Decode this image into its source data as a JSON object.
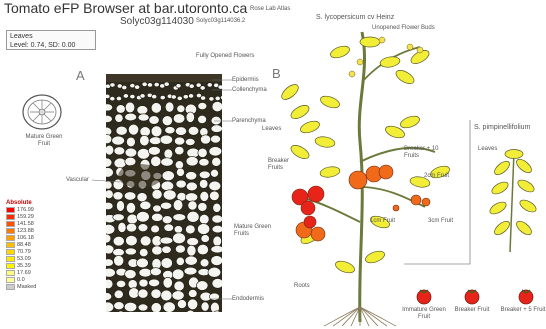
{
  "header": {
    "title": "Tomato eFP Browser at bar.utoronto.ca",
    "lab": "Rose Lab Atlas",
    "gene": "Solyc03g114030",
    "gene_small": "Solyc03g114036.2"
  },
  "info": {
    "tissue": "Leaves",
    "stats": "Level: 0.74, SD: 0.00"
  },
  "panels": {
    "a": "A",
    "b": "B"
  },
  "species": {
    "heinz": "S. lycopersicum cv Heinz",
    "pimp": "S. pimpinellifolium"
  },
  "tissue_labels_a": {
    "epidermis": "Epidermis",
    "collenchyma": "Collenchyma",
    "parenchyma": "Parenchyma",
    "vascular": "Vascular",
    "endodermis": "Endodermis",
    "mature_green_fruit": "Mature Green Fruit"
  },
  "plant_labels": {
    "fully_opened_flowers": "Fully Opened Flowers",
    "unopened_flower_buds": "Unopened Flower Buds",
    "leaves": "Leaves",
    "breaker_fruits": "Breaker Fruits",
    "breaker_10_fruits": "Breaker + 10 Fruits",
    "two_cm_fruit": "2cm Fruit",
    "one_cm_fruit": "1cm Fruit",
    "three_cm_fruit": "3cm Fruit",
    "mature_green_fruits": "Mature Green Fruits",
    "roots": "Roots",
    "pimp_leaves": "Leaves"
  },
  "bottom_fruits": {
    "immature": "Immature Green Fruit",
    "breaker": "Breaker Fruit",
    "breaker5": "Breaker + 5 Fruit"
  },
  "legend": {
    "title": "Absolute",
    "values": [
      "176.99",
      "159.29",
      "141.58",
      "123.88",
      "106.18",
      "88.48",
      "70.79",
      "53.09",
      "35.39",
      "17.69",
      "0.0",
      "Masked"
    ],
    "colors": [
      "#ff0000",
      "#ff2a00",
      "#ff5200",
      "#ff7a00",
      "#ffa000",
      "#ffbf00",
      "#ffd800",
      "#ffea00",
      "#fff400",
      "#fffb80",
      "#ffff99",
      "#cccccc"
    ]
  },
  "colors": {
    "leaf_fill": "#f2ee38",
    "leaf_stroke": "#5a5a2a",
    "red_fruit": "#e8231a",
    "orange_fruit": "#f06a1a"
  }
}
